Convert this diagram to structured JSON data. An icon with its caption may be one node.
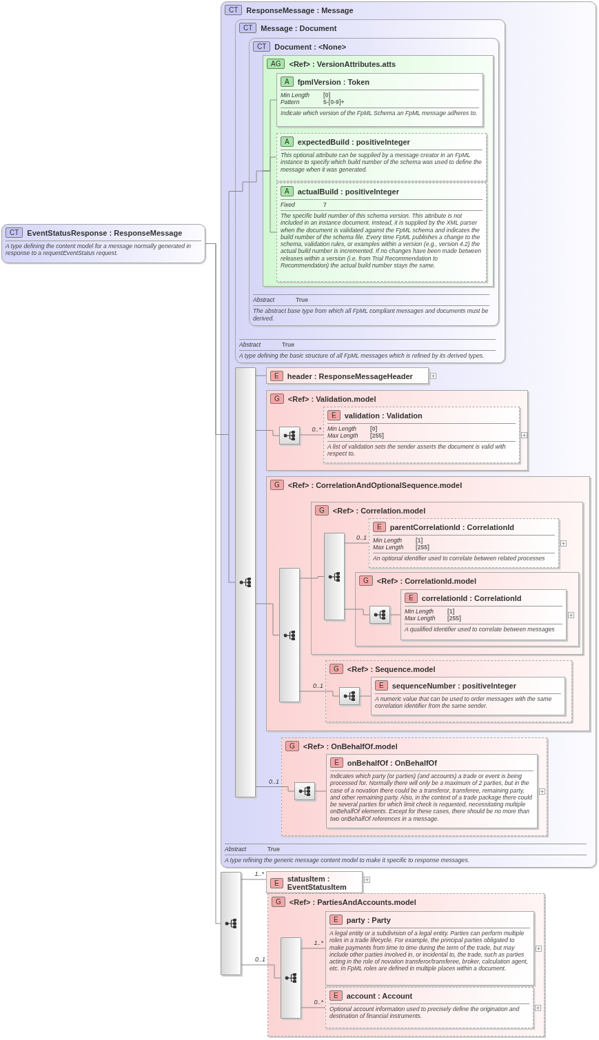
{
  "diagram": {
    "nodes": [
      {
        "text": [
          "CT",
          "EventStatusResponse : ResponseMessage",
          "A type defining the content model for a message normally generated in response to a requestEventStatus request."
        ]
      },
      {
        "text": [
          "CT",
          "ResponseMessage : Message",
          "Abstract",
          "True",
          "A type refining the generic message content model to make it specific to response messages."
        ]
      },
      {
        "text": [
          "CT",
          "Message : Document",
          "Abstract",
          "True",
          "A type defining the basic structure of all FpML messages which is refined by its derived types."
        ],
        "in": 1
      },
      {
        "text": [
          "CT",
          "Document : <None>",
          "Abstract",
          "True",
          "The abstract base type from which all FpML compliant messages and documents must be derived."
        ],
        "in": 2
      },
      {
        "text": [
          "AG",
          "<Ref> : VersionAttributes.atts"
        ],
        "in": 3
      },
      {
        "text": [
          "A",
          "fpmlVersion : Token",
          "Min Length",
          "[0]",
          "Pattern",
          "5-[0-9]+",
          "Indicate which version of the FpML Schema an FpML message adheres to."
        ],
        "in": 4
      },
      {
        "text": [
          "A",
          "expectedBuild : positiveInteger",
          "This optional attribute can be supplied by a message creator in an FpML instance to specify which build number of the schema was used to define the message when it was generated."
        ],
        "in": 4
      },
      {
        "text": [
          "A",
          "actualBuild : positiveInteger",
          "Fixed",
          "7",
          "The specific build number of this schema version. This attribute is not included in an instance document. Instead, it is supplied by the XML parser when the document is validated against the FpML schema and indicates the build number of the schema file. Every time FpML publishes a change to the schema, validation rules, or examples within a version (e.g., version 4.2) the actual build number is incremented. If no changes have been made between releases within a version (i.e. from Trial Recommendation to Recommendation) the actual build number stays the same."
        ],
        "in": 4
      },
      {
        "text": [],
        "shape": "bar",
        "in": 1
      },
      {
        "text": [
          "E",
          "header : ResponseMessageHeader"
        ],
        "in": 1
      },
      {
        "text": [
          "G",
          "<Ref> : Validation.model"
        ],
        "in": 1
      },
      {
        "text": [],
        "shape": "box",
        "in": 10
      },
      {
        "text": [
          "E",
          "validation : Validation",
          "Min Length",
          "[0]",
          "Max Length",
          "[255]",
          "A list of validation sets the sender asserts the document is valid with respect to."
        ],
        "in": 10
      },
      {
        "text": [
          "G",
          "<Ref> : CorrelationAndOptionalSequence.model"
        ],
        "in": 1
      },
      {
        "text": [],
        "shape": "bar",
        "in": 13
      },
      {
        "text": [
          "G",
          "<Ref> : Correlation.model"
        ],
        "in": 13
      },
      {
        "text": [],
        "shape": "bar",
        "in": 15
      },
      {
        "text": [
          "E",
          "parentCorrelationId : CorrelationId",
          "Min Length",
          "[1]",
          "Max Length",
          "[255]",
          "An optional identifier used to correlate between related processes"
        ],
        "in": 15
      },
      {
        "text": [
          "G",
          "<Ref> : CorrelationId.model"
        ],
        "in": 15
      },
      {
        "text": [],
        "shape": "box",
        "in": 18
      },
      {
        "text": [
          "E",
          "correlationId : CorrelationId",
          "Min Length",
          "[1]",
          "Max Length",
          "[255]",
          "A qualified identifier used to correlate between messages"
        ],
        "in": 18
      },
      {
        "text": [
          "G",
          "<Ref> : Sequence.model"
        ],
        "in": 13
      },
      {
        "text": [],
        "shape": "box",
        "in": 21
      },
      {
        "text": [
          "E",
          "sequenceNumber : positiveInteger",
          "A numeric value that can be used to order messages with the same correlation identifier from the same sender."
        ],
        "in": 21
      },
      {
        "text": [
          "G",
          "<Ref> : OnBehalfOf.model"
        ],
        "in": 1
      },
      {
        "text": [],
        "shape": "box",
        "in": 24
      },
      {
        "text": [
          "E",
          "onBehalfOf : OnBehalfOf",
          "Indicates which party (or parties) (and accounts) a trade or event is being processed for. Normally there will only be a maximum of 2 parties, but in the case of a novation there could be a transferor, transferee, remaining party, and other remaining party. Also, in the context of a trade package there could be several parties for which limit check is requested, necessitating multiple onBehalfOf elements. Except for these cases, there should be no more than two onBehalfOf references in a message."
        ],
        "in": 24
      },
      {
        "text": [],
        "shape": "bar"
      },
      {
        "text": [
          "E",
          "statusItem : EventStatusItem"
        ]
      },
      {
        "text": [
          "G",
          "<Ref> : PartiesAndAccounts.model"
        ]
      },
      {
        "text": [],
        "shape": "bar",
        "in": 29
      },
      {
        "text": [
          "E",
          "party : Party",
          "A legal entity or a subdivision of a legal entity. Parties can perform multiple roles in a trade lifecycle. For example, the principal parties obligated to make payments from time to time during the term of the trade, but may include other parties involved in, or incidental to, the trade, such as parties acting in the role of novation transferor/transferee, broker, calculation agent, etc. In FpML roles are defined in multiple places within a document."
        ],
        "in": 29
      },
      {
        "text": [
          "E",
          "account : Account",
          "Optional account information used to precisely define the origination and destination of financial instruments."
        ],
        "in": 29
      }
    ],
    "edges": [
      {
        "from": 0,
        "to": 1,
        "arrow": "none"
      },
      {
        "from": 1,
        "to": 2,
        "arrow": "none"
      },
      {
        "from": 2,
        "to": 3,
        "arrow": "none"
      },
      {
        "from": 3,
        "to": 4,
        "arrow": "none"
      },
      {
        "from": 4,
        "to": 5,
        "arrow": "none"
      },
      {
        "from": 4,
        "to": 6,
        "arrow": "none"
      },
      {
        "from": 4,
        "to": 7,
        "arrow": "none"
      },
      {
        "from": 1,
        "to": 8,
        "arrow": "none"
      },
      {
        "from": 8,
        "to": 9,
        "arrow": "none"
      },
      {
        "from": 8,
        "to": 10,
        "arrow": "none"
      },
      {
        "from": 10,
        "to": 11,
        "arrow": "none"
      },
      {
        "from": 11,
        "to": 12,
        "arrow": "none",
        "label": "0..*"
      },
      {
        "from": 8,
        "to": 13,
        "arrow": "none"
      },
      {
        "from": 13,
        "to": 14,
        "arrow": "none"
      },
      {
        "from": 14,
        "to": 15,
        "arrow": "none"
      },
      {
        "from": 15,
        "to": 16,
        "arrow": "none"
      },
      {
        "from": 16,
        "to": 17,
        "arrow": "none",
        "label": "0..1"
      },
      {
        "from": 16,
        "to": 18,
        "arrow": "none"
      },
      {
        "from": 18,
        "to": 19,
        "arrow": "none"
      },
      {
        "from": 19,
        "to": 20,
        "arrow": "none"
      },
      {
        "from": 14,
        "to": 21,
        "arrow": "none",
        "label": "0..1"
      },
      {
        "from": 21,
        "to": 22,
        "arrow": "none"
      },
      {
        "from": 22,
        "to": 23,
        "arrow": "none"
      },
      {
        "from": 8,
        "to": 24,
        "arrow": "none",
        "label": "0..1"
      },
      {
        "from": 24,
        "to": 25,
        "arrow": "none"
      },
      {
        "from": 25,
        "to": 26,
        "arrow": "none"
      },
      {
        "from": 0,
        "to": 27,
        "arrow": "none"
      },
      {
        "from": 27,
        "to": 28,
        "arrow": "none",
        "label": "1..*"
      },
      {
        "from": 27,
        "to": 29,
        "arrow": "none",
        "label": "0..1"
      },
      {
        "from": 29,
        "to": 30,
        "arrow": "none"
      },
      {
        "from": 30,
        "to": 31,
        "arrow": "none",
        "label": "1..*"
      },
      {
        "from": 30,
        "to": 32,
        "arrow": "none",
        "label": "0..*"
      }
    ]
  }
}
